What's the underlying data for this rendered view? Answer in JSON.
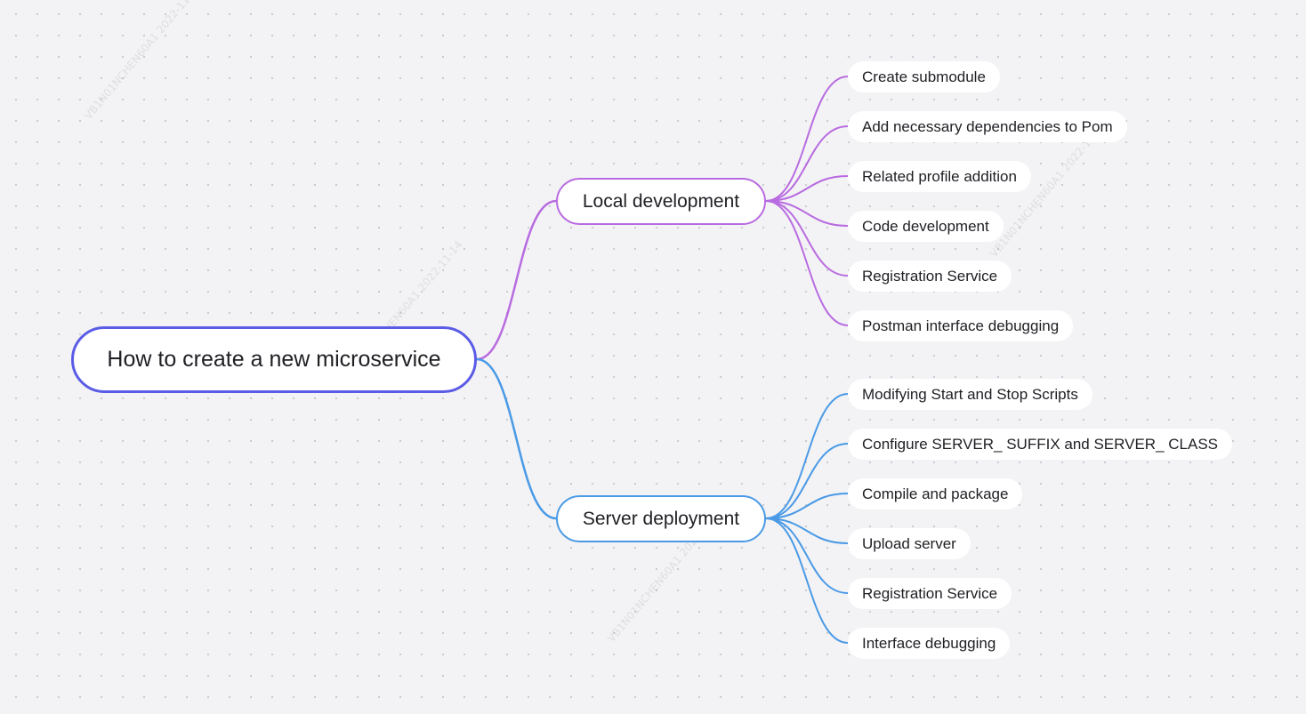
{
  "root": {
    "label": "How to create a new microservice",
    "color": "#5b5ce6"
  },
  "branches": [
    {
      "label": "Local development",
      "color": "#b86be0",
      "children": [
        "Create submodule",
        "Add necessary dependencies to Pom",
        "Related profile addition",
        "Code development",
        "Registration Service",
        "Postman interface debugging"
      ]
    },
    {
      "label": "Server deployment",
      "color": "#4a9ae6",
      "children": [
        "Modifying Start and Stop Scripts",
        "Configure SERVER_ SUFFIX and SERVER_ CLASS",
        "Compile and package",
        "Upload server",
        "Registration Service",
        "Interface debugging"
      ]
    }
  ],
  "watermark": "VB1N01NCHEN60A1 2022-11-14"
}
